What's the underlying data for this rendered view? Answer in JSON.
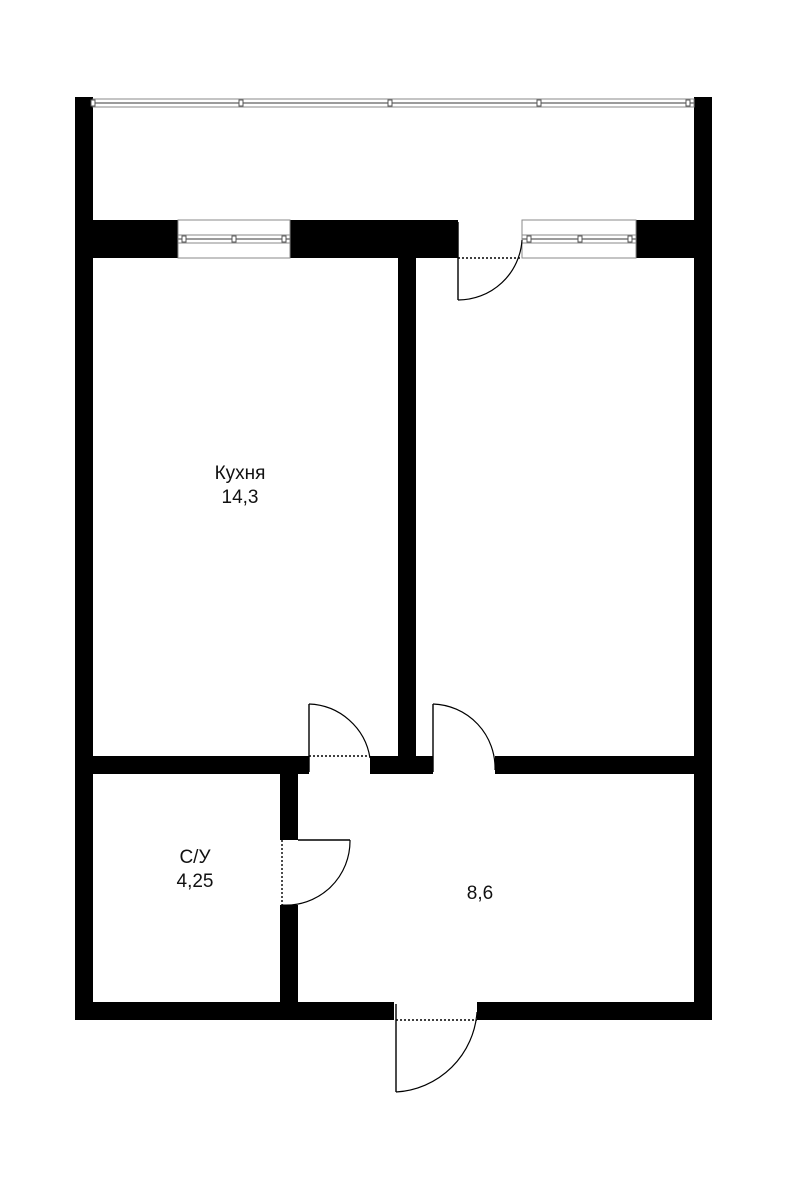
{
  "rooms": {
    "kitchen": {
      "name": "Кухня",
      "area": "14,3"
    },
    "bathroom": {
      "name": "С/У",
      "area": "4,25"
    },
    "hall": {
      "area": "8,6"
    }
  },
  "colors": {
    "wall": "#000000",
    "background": "#ffffff"
  }
}
